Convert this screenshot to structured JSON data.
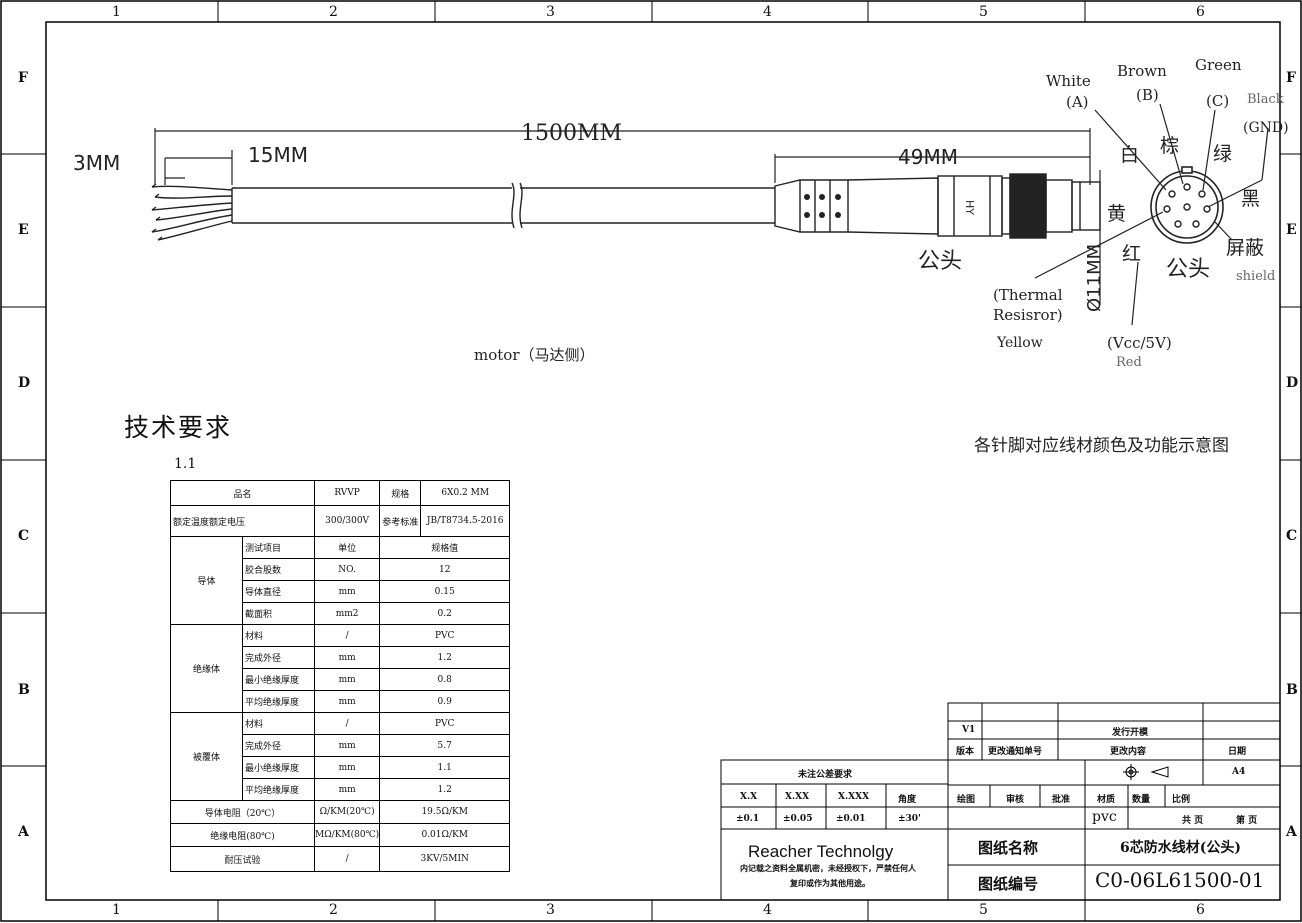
{
  "frame": {
    "cols": [
      "1",
      "2",
      "3",
      "4",
      "5",
      "6"
    ],
    "rows": [
      "F",
      "E",
      "D",
      "C",
      "B",
      "A"
    ]
  },
  "cable": {
    "dim_total": "1500MM",
    "dim_strip_outer": "3MM",
    "dim_strip_inner": "15MM",
    "dim_connector": "49MM",
    "dim_diameter": "Ø11MM",
    "connector_mark": "HY",
    "connector_label": "公头",
    "motor_label": "motor（马达侧）"
  },
  "pinout": {
    "title": "各针脚对应线材颜色及功能示意图",
    "face_label": "公头",
    "wires": [
      {
        "en": "White",
        "code": "(A)",
        "cn": "白"
      },
      {
        "en": "Brown",
        "code": "(B)",
        "cn": "棕"
      },
      {
        "en": "Green",
        "code": "(C)",
        "cn": "绿"
      },
      {
        "en": "Black",
        "code": "(GND)",
        "cn": "黑"
      },
      {
        "en": "shield",
        "code": "",
        "cn": "屏蔽"
      },
      {
        "en": "Red",
        "code": "(Vcc/5V)",
        "cn": "红"
      },
      {
        "en": "Yellow",
        "code": "(Thermal Resisror)",
        "cn": "黄"
      }
    ],
    "thermal_line1": "(Thermal",
    "thermal_line2": "Resisror)"
  },
  "requirements": {
    "heading": "技术要求",
    "section": "1.1",
    "rows": [
      {
        "a": "品名",
        "b": "RVVP",
        "c": "规格",
        "d": "6X0.2 MM"
      },
      {
        "a": "额定温度额定电压",
        "b": "300/300V",
        "c": "参考标准",
        "d": "JB/T8734.5-2016"
      },
      {
        "g": "导体",
        "item": "测试项目",
        "unit": "单位",
        "val": "规格值"
      },
      {
        "item": "胶合股数",
        "unit": "NO.",
        "val": "12"
      },
      {
        "item": "导体直径",
        "unit": "mm",
        "val": "0.15"
      },
      {
        "item": "截面积",
        "unit": "mm2",
        "val": "0.2"
      },
      {
        "g": "绝缘体",
        "item": "材料",
        "unit": "/",
        "val": "PVC"
      },
      {
        "item": "完成外径",
        "unit": "mm",
        "val": "1.2"
      },
      {
        "item": "最小绝缘厚度",
        "unit": "mm",
        "val": "0.8"
      },
      {
        "item": "平均绝缘厚度",
        "unit": "mm",
        "val": "0.9"
      },
      {
        "g": "被覆体",
        "item": "材料",
        "unit": "/",
        "val": "PVC"
      },
      {
        "item": "完成外径",
        "unit": "mm",
        "val": "5.7"
      },
      {
        "item": "最小绝缘厚度",
        "unit": "mm",
        "val": "1.1"
      },
      {
        "item": "平均绝缘厚度",
        "unit": "mm",
        "val": "1.2"
      },
      {
        "a": "导体电阻（20℃）",
        "unit": "Ω/KM(20℃)",
        "val": "19.5Ω/KM"
      },
      {
        "a": "绝缘电阻(80℃)",
        "unit": "MΩ/KM(80℃)",
        "val": "0.01Ω/KM"
      },
      {
        "a": "耐压试验",
        "unit": "/",
        "val": "3KV/5MIN"
      }
    ]
  },
  "title_block": {
    "rev": "V1",
    "rev_desc": "发行开模",
    "hdr_version": "版本",
    "hdr_notice": "更改通知单号",
    "hdr_content": "更改内容",
    "hdr_date": "日期",
    "tol_title": "未注公差要求",
    "tol_headers": [
      "X.X",
      "X.XX",
      "X.XXX",
      "角度"
    ],
    "tol_values": [
      "±0.1",
      "±0.05",
      "±0.01",
      "±30'"
    ],
    "sign_draw": "绘图",
    "sign_review": "审核",
    "sign_approve": "批准",
    "material_label": "材质",
    "qty_label": "数量",
    "scale_label": "比例",
    "material": "pvc",
    "size": "A4",
    "pages_total": "共 页",
    "pages_no": "第 页",
    "company": "Reacher Technolgy",
    "notice_line1": "内记载之资料全属机密，未经授权下，严禁任何人",
    "notice_line2": "复印或作为其他用途。",
    "name_label": "图纸名称",
    "name": "6芯防水线材(公头)",
    "number_label": "图纸编号",
    "number": "C0-06L61500-01"
  }
}
